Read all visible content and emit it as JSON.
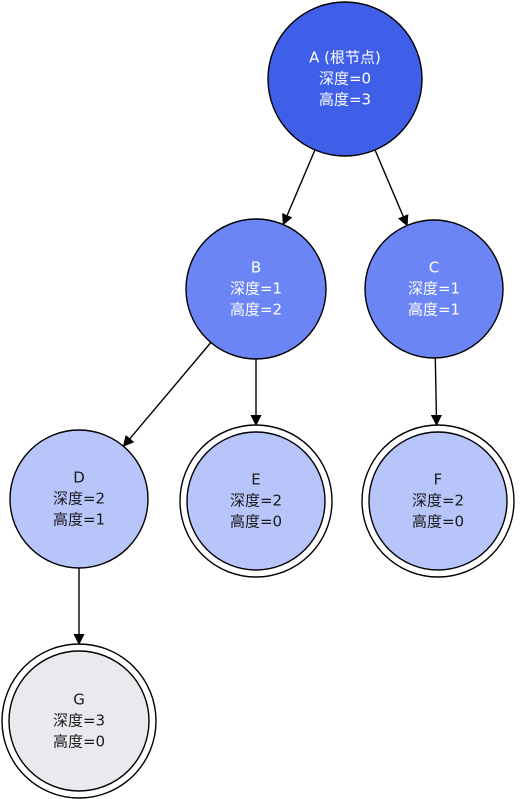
{
  "diagram": {
    "type": "tree",
    "nodes": [
      {
        "id": "A",
        "lines": [
          "A (根节点)",
          "深度=0",
          "高度=3"
        ],
        "fill": "#3f5fe8",
        "text_color": "#ffffff",
        "leaf": false
      },
      {
        "id": "B",
        "lines": [
          "B",
          "深度=1",
          "高度=2"
        ],
        "fill": "#6b85f5",
        "text_color": "#ffffff",
        "leaf": false
      },
      {
        "id": "C",
        "lines": [
          "C",
          "深度=1",
          "高度=1"
        ],
        "fill": "#6b85f5",
        "text_color": "#ffffff",
        "leaf": false
      },
      {
        "id": "D",
        "lines": [
          "D",
          "深度=2",
          "高度=1"
        ],
        "fill": "#b8c5fb",
        "text_color": "#1a1a1a",
        "leaf": false
      },
      {
        "id": "E",
        "lines": [
          "E",
          "深度=2",
          "高度=0"
        ],
        "fill": "#b8c5fb",
        "text_color": "#1a1a1a",
        "leaf": true
      },
      {
        "id": "F",
        "lines": [
          "F",
          "深度=2",
          "高度=0"
        ],
        "fill": "#b8c5fb",
        "text_color": "#1a1a1a",
        "leaf": true
      },
      {
        "id": "G",
        "lines": [
          "G",
          "深度=3",
          "高度=0"
        ],
        "fill": "#e8eaed",
        "text_color": "#1a1a1a",
        "leaf": true
      }
    ],
    "edges": [
      {
        "from": "A",
        "to": "B"
      },
      {
        "from": "A",
        "to": "C"
      },
      {
        "from": "B",
        "to": "D"
      },
      {
        "from": "B",
        "to": "E"
      },
      {
        "from": "C",
        "to": "F"
      },
      {
        "from": "D",
        "to": "G"
      }
    ],
    "stroke_color": "#000000"
  }
}
